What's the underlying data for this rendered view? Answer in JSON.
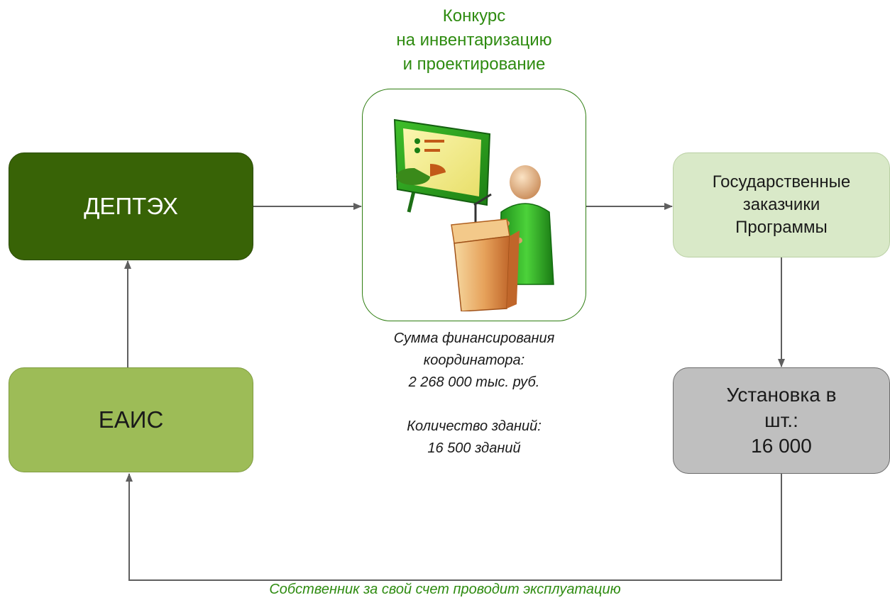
{
  "contest": {
    "title_lines": [
      "Конкурс",
      "на инвентаризацию",
      "и проектирование"
    ],
    "icon": "presenter-at-podium-icon"
  },
  "boxes": {
    "deptex": {
      "label": "ДЕПТЭХ",
      "color": "#386306"
    },
    "eais": {
      "label": "ЕАИС",
      "color": "#9dbc57"
    },
    "customers": {
      "lines": [
        "Государственные",
        "заказчики",
        "Программы"
      ],
      "color": "#d9e9c8"
    },
    "install": {
      "lines": [
        "Установка в",
        "шт.:",
        "16 000"
      ],
      "color": "#bfbfbf"
    }
  },
  "stats": {
    "funding_label_1": "Сумма финансирования",
    "funding_label_2": "координатора:",
    "funding_value": "2 268 000 тыс. руб.",
    "buildings_label": "Количество зданий:",
    "buildings_value": "16 500 зданий"
  },
  "footer_note": "Собственник за свой счет проводит эксплуатацию",
  "colors": {
    "arrow": "#5f5f5f",
    "accent_green": "#2e8b10"
  }
}
